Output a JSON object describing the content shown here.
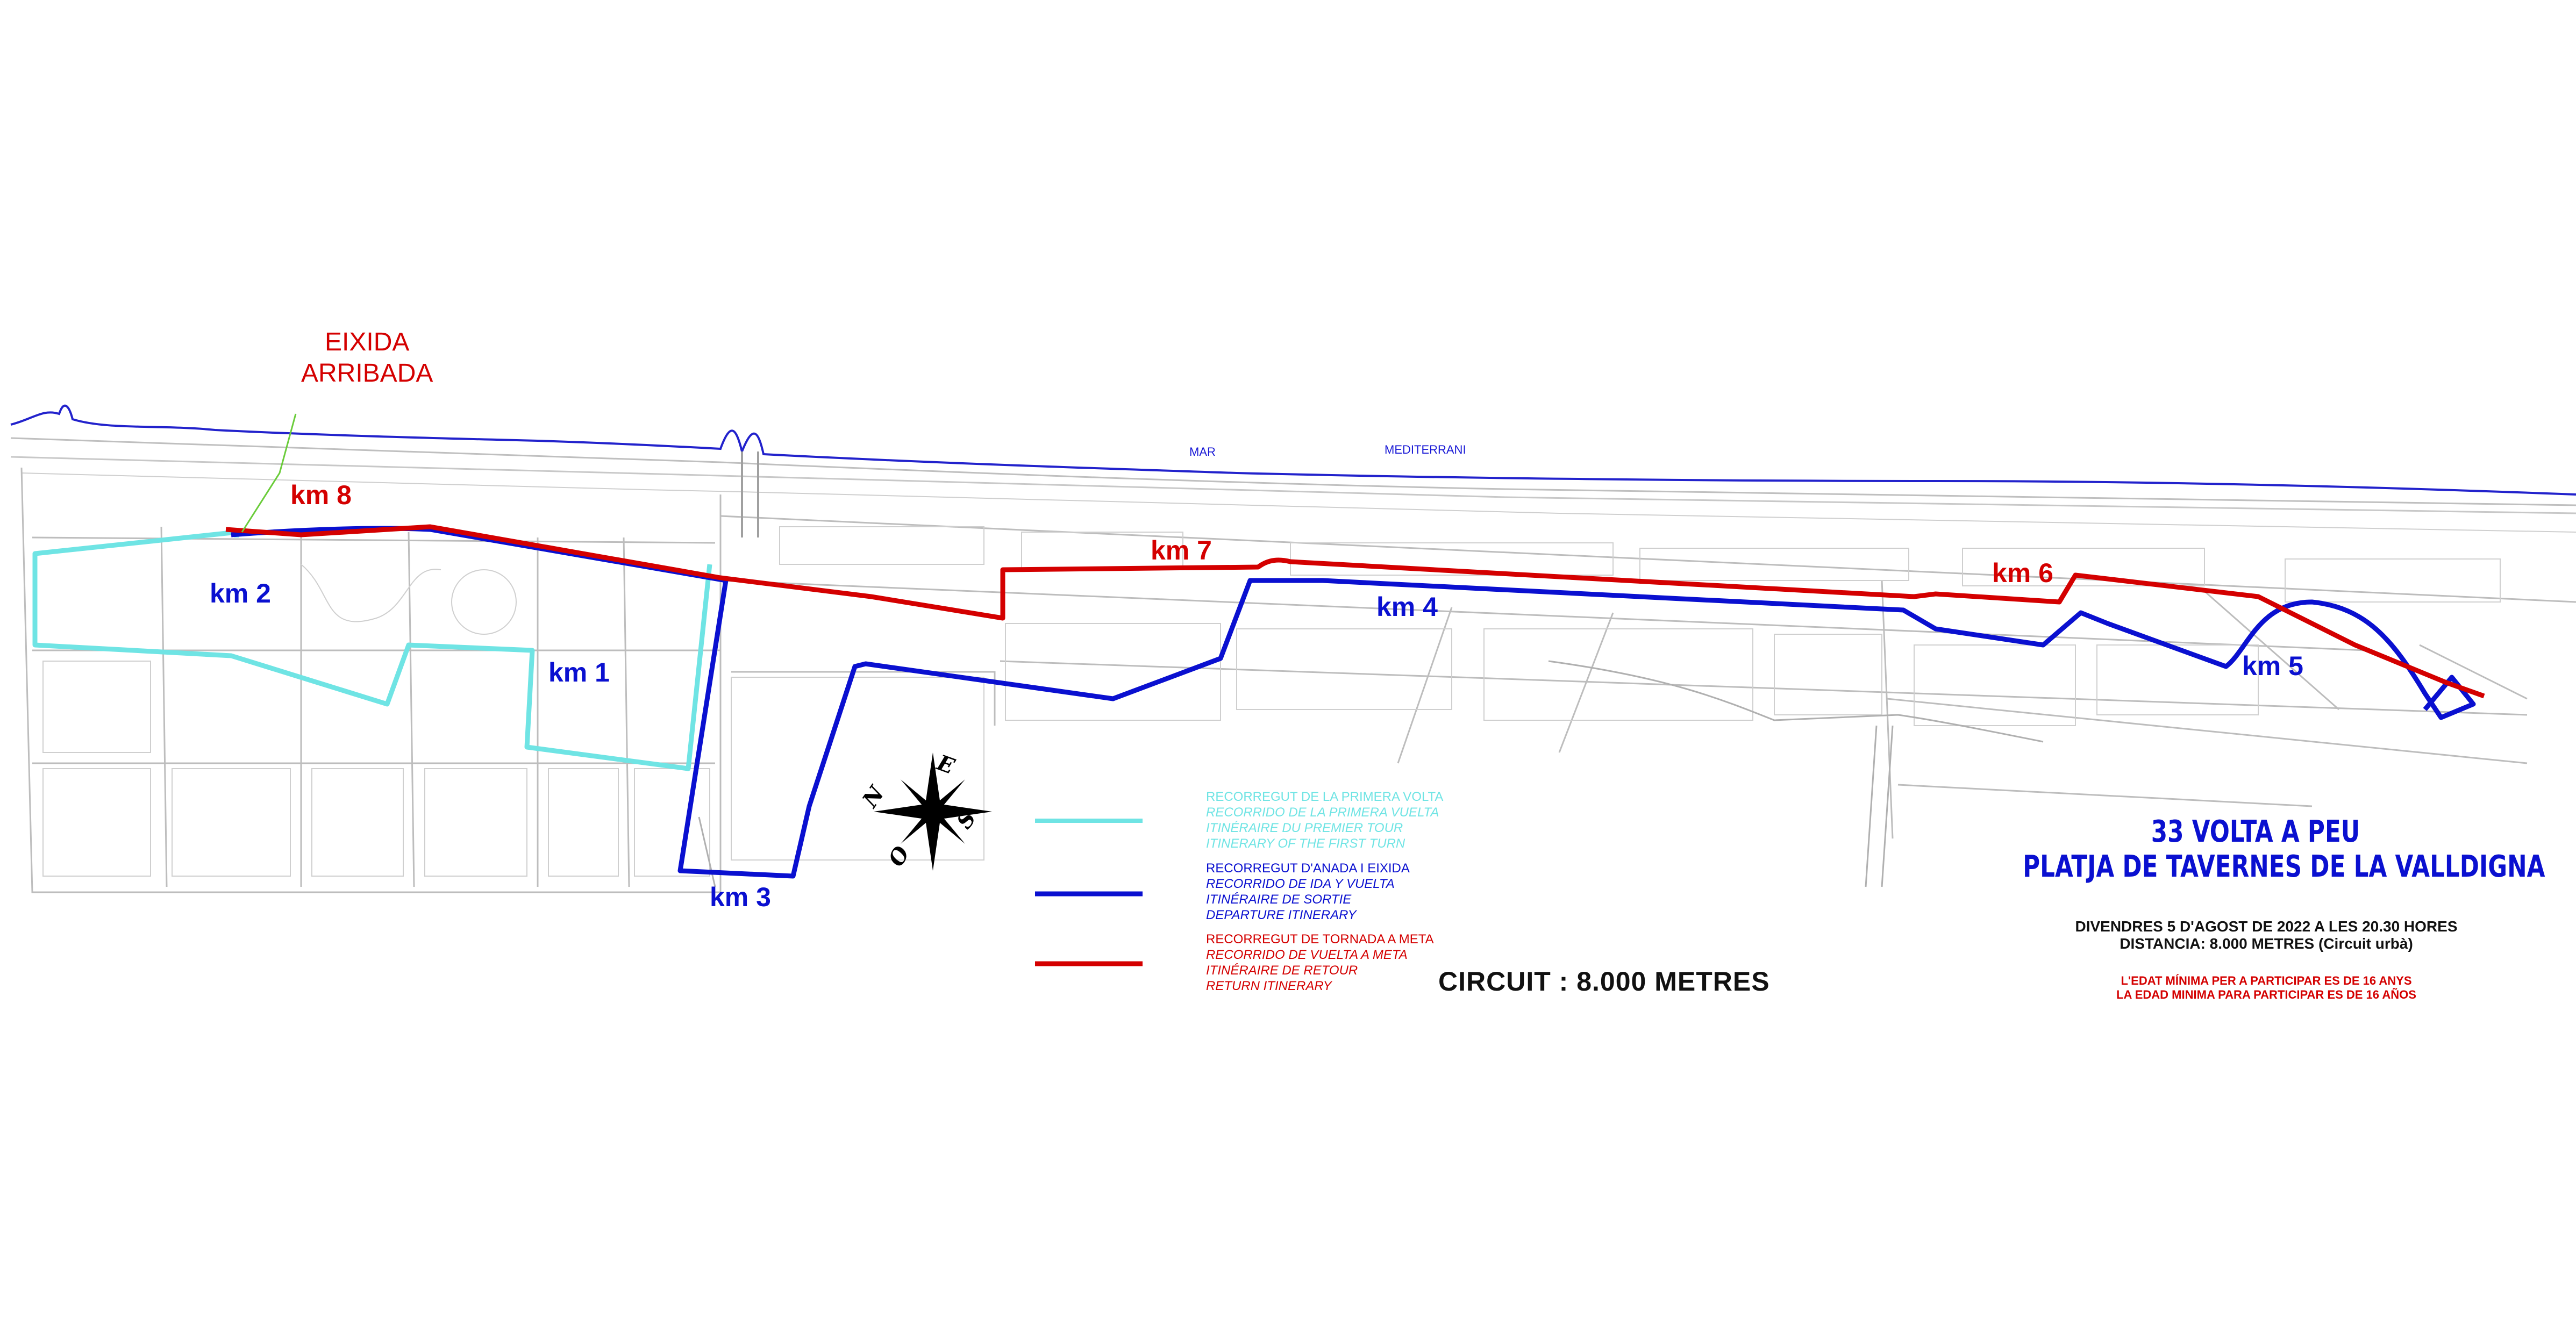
{
  "start_label": [
    "EIXIDA",
    "ARRIBADA"
  ],
  "sea_labels": [
    "MAR",
    "MEDITERRANI"
  ],
  "km_markers": [
    {
      "label": "km 1",
      "color": "blue"
    },
    {
      "label": "km 2",
      "color": "blue"
    },
    {
      "label": "km 3",
      "color": "blue"
    },
    {
      "label": "km 4",
      "color": "blue"
    },
    {
      "label": "km 5",
      "color": "blue"
    },
    {
      "label": "km 6",
      "color": "red"
    },
    {
      "label": "km 7",
      "color": "red"
    },
    {
      "label": "km 8",
      "color": "red"
    }
  ],
  "compass": {
    "north": "N",
    "east": "E",
    "south": "S",
    "west": "O"
  },
  "legend": [
    {
      "color": "#6fe4e4",
      "lines": [
        "RECORREGUT DE LA PRIMERA VOLTA",
        "RECORRIDO DE LA PRIMERA VUELTA",
        "ITINÉRAIRE DU PREMIER TOUR",
        "ITINERARY OF THE FIRST TURN"
      ]
    },
    {
      "color": "#0a10d0",
      "lines": [
        "RECORREGUT D'ANADA I EIXIDA",
        "RECORRIDO DE IDA Y VUELTA",
        "ITINÉRAIRE DE SORTIE",
        "DEPARTURE ITINERARY"
      ]
    },
    {
      "color": "#d40000",
      "lines": [
        "RECORREGUT DE TORNADA A META",
        "RECORRIDO DE VUELTA A META",
        "ITINÉRAIRE DE RETOUR",
        "RETURN ITINERARY"
      ]
    }
  ],
  "circuit": "CIRCUIT : 8.000 METRES",
  "title": [
    "33 VOLTA A PEU",
    "PLATJA DE TAVERNES DE LA VALLDIGNA"
  ],
  "info": [
    "DIVENDRES 5 D'AGOST DE 2022 A LES 20.30 HORES",
    "DISTANCIA: 8.000 METRES (Circuit urbà)"
  ],
  "age_notes": [
    "L'EDAT MÍNIMA PER A PARTICIPAR ES DE 16 ANYS",
    "LA EDAD MINIMA PARA PARTICIPAR ES DE 16 AÑOS"
  ],
  "route_colors": {
    "first_turn": "#6fe4e4",
    "departure": "#0a10d0",
    "return": "#d40000"
  }
}
